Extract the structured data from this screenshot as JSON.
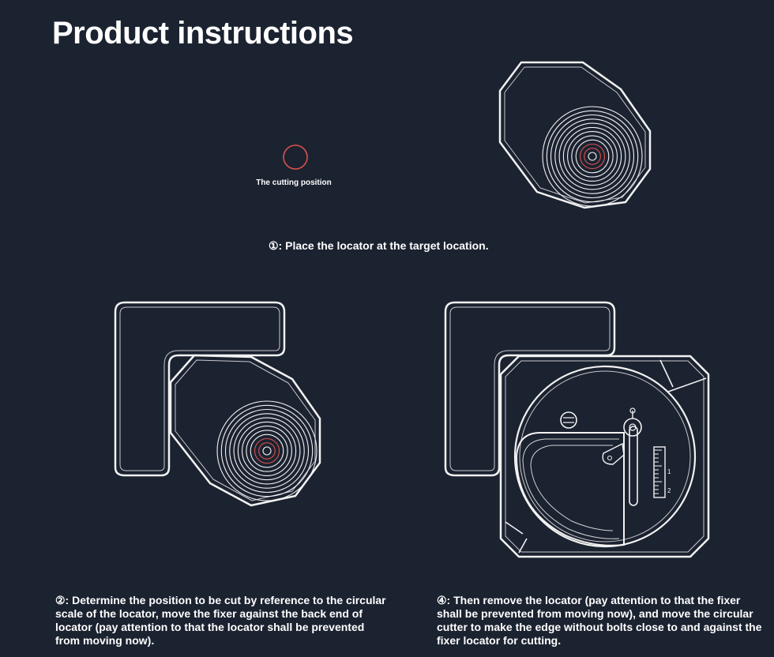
{
  "page": {
    "title": "Product instructions",
    "cutting_label": "The cutting position",
    "step1": "①: Place the locator at the target location.",
    "step2": "②: Determine the position to be cut by reference to the circular scale of the locator, move the fixer against the back end of locator (pay attention to that the locator shall be prevented from moving now).",
    "step4": "④: Then remove the locator (pay attention to that the fixer shall be prevented from moving now), and move the circular cutter to make the edge without bolts close to and against the fixer locator for cutting.",
    "scale_marks": [
      "1",
      "2"
    ]
  },
  "colors": {
    "background": "#1b2230",
    "line": "#f2f2f2",
    "accent": "#d9534f"
  }
}
